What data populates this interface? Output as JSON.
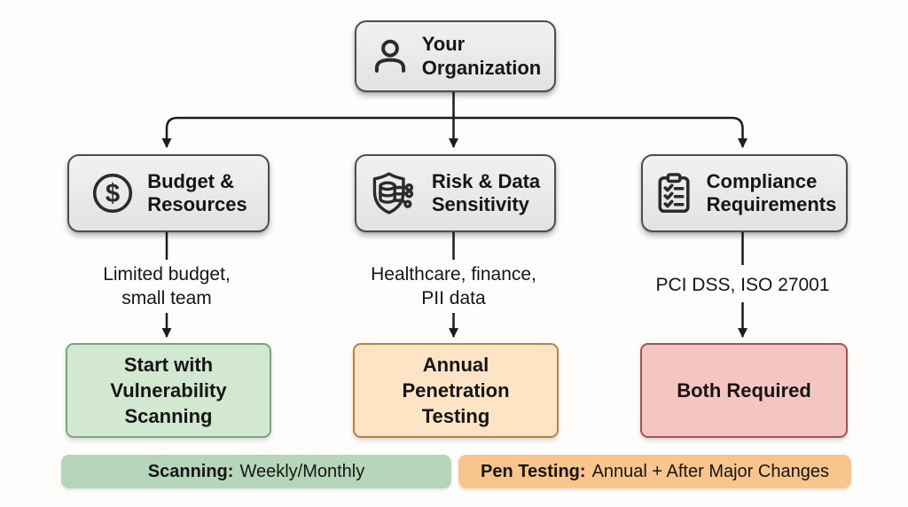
{
  "diagram": {
    "root": {
      "title": "Your\nOrganization",
      "icon": "person-icon"
    },
    "columns": [
      {
        "variant": "green",
        "branch": {
          "title": "Budget &\nResources",
          "icon": "dollar-circle-icon"
        },
        "condition": "Limited budget,\nsmall team",
        "outcome": "Start with\nVulnerability\nScanning"
      },
      {
        "variant": "orange",
        "branch": {
          "title": "Risk & Data\nSensitivity",
          "icon": "shield-database-icon"
        },
        "condition": "Healthcare, finance,\nPII data",
        "outcome": "Annual\nPenetration\nTesting"
      },
      {
        "variant": "red",
        "branch": {
          "title": "Compliance\nRequirements",
          "icon": "clipboard-checklist-icon"
        },
        "condition": "PCI DSS, ISO 27001",
        "outcome": "Both Required"
      }
    ],
    "legend": [
      {
        "variant": "green",
        "label_bold": "Scanning:",
        "label_text": "Weekly/Monthly"
      },
      {
        "variant": "orange",
        "label_bold": "Pen Testing:",
        "label_text": "Annual + After Major Changes"
      }
    ]
  },
  "colors": {
    "background": "#fefdfb",
    "line": "#1c1c1c",
    "text": "#151515",
    "node-fill": "#e9e9e9",
    "node-border": "#4d4d4d",
    "green-fill": "#d3e8d0",
    "green-border": "#77a87a",
    "orange-fill": "#fce4c4",
    "orange-border": "#c08040",
    "red-fill": "#f4c6c2",
    "red-border": "#a85250",
    "legend-green": "#b5d6b8",
    "legend-orange": "#f8c68c"
  }
}
